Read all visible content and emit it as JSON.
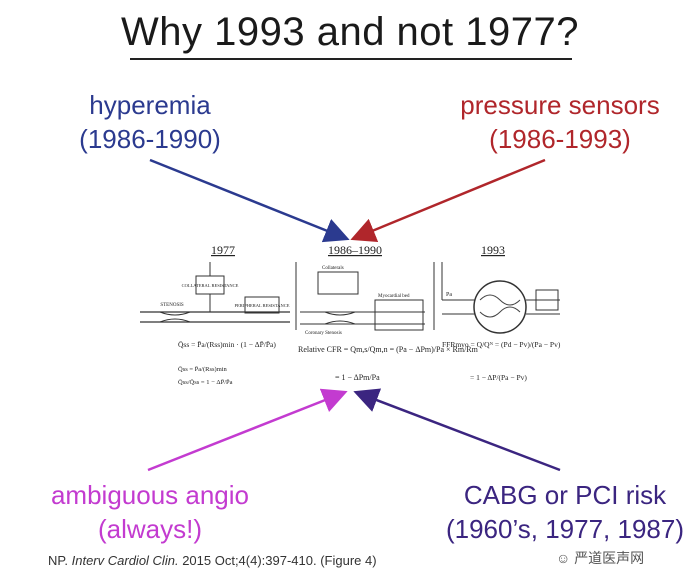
{
  "title": "Why 1993 and not 1977?",
  "callouts": {
    "hyperemia": {
      "label": "hyperemia",
      "years": "(1986-1990)",
      "color": "#2b3a8f"
    },
    "pressure": {
      "label": "pressure sensors",
      "years": "(1986-1993)",
      "color": "#b0262b"
    },
    "angio": {
      "label": "ambiguous angio",
      "years": "(always!)",
      "color": "#c33bd0"
    },
    "risk": {
      "label": "CABG or PCI risk",
      "years": "(1960’s, 1977, 1987)",
      "color": "#3b2580"
    }
  },
  "figure": {
    "panels": [
      {
        "year": "1977"
      },
      {
        "year": "1986–1990"
      },
      {
        "year": "1993"
      }
    ],
    "labels": {
      "collateral": "COLLATERAL RESISTANCE",
      "peripheral": "PERIPHERAL RESISTANCE",
      "stenosis": "STENOSIS",
      "collaterals": "Collaterals",
      "myocardial": "Myocardial bed",
      "coronary_stenosis": "Coronary Stenosis",
      "pa": "Pa",
      "rm": "Rm"
    },
    "formulas": {
      "f1977_a": "Q̄ss = P̄a/(Rss)min · (1 − ΔP̄/P̄a)",
      "f1977_b": "Q̄ss = P̄a/(Rss)min",
      "f1977_c": "Q̄ss/Q̄ss = 1 − ΔP̄/P̄a",
      "f1990_a": "Relative CFR = Qm,s/Qm,n = (Pa − ΔPm)/Pa × Rm/Rm",
      "f1990_b": "= 1 − ΔPm/Pa",
      "f1993_a": "FFRmyo = Q/Qᴺ = (Pd − Pv)/(Pa − Pv)",
      "f1993_b": "= 1 − ΔP/(Pa − Pv)"
    }
  },
  "citation": {
    "prefix": "NP.",
    "journal": "Interv Cardiol Clin.",
    "rest": "2015 Oct;4(4):397-410. (Figure 4)"
  },
  "watermark": "严道医声网"
}
